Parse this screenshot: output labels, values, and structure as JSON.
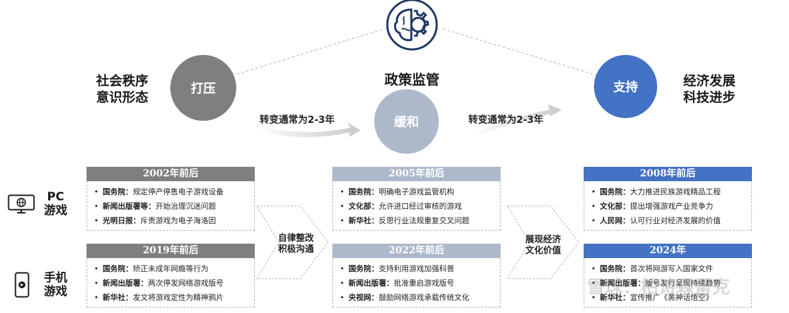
{
  "center": {
    "title": "政策监管"
  },
  "nodes": {
    "left": {
      "circle": "打压",
      "label_line1": "社会秩序",
      "label_line2": "意识形态"
    },
    "middle": {
      "circle": "缓和"
    },
    "right": {
      "circle": "支持",
      "label_line1": "经济发展",
      "label_line2": "科技进步"
    }
  },
  "transitions": {
    "left": "转变通常为2-3年",
    "right": "转变通常为2-3年"
  },
  "platforms": {
    "pc": {
      "line1": "PC",
      "line2": "游戏"
    },
    "mobile": {
      "line1": "手机",
      "line2": "游戏"
    }
  },
  "chevrons": {
    "first": {
      "line1": "自律整改",
      "line2": "积极沟通"
    },
    "second": {
      "line1": "展现经济",
      "line2": "文化价值"
    }
  },
  "panels": {
    "p2002": {
      "title": "2002年前后",
      "color": "#7f7f7f",
      "rows": [
        {
          "org": "国务院：",
          "text": "规定停产停售电子游戏设备"
        },
        {
          "org": "新闻出版署等：",
          "text": "开始治理沉迷问题"
        },
        {
          "org": "光明日报：",
          "text": "斥责游戏为电子海洛因"
        }
      ]
    },
    "p2019": {
      "title": "2019年前后",
      "color": "#7f7f7f",
      "rows": [
        {
          "org": "国务院：",
          "text": "矫正未成年网瘾等行为"
        },
        {
          "org": "新闻出版署：",
          "text": "两次停发网络游戏版号"
        },
        {
          "org": "新华社：",
          "text": "发文将游戏定性为精神鸦片"
        }
      ]
    },
    "p2005": {
      "title": "2005年前后",
      "color": "#adb9ca",
      "rows": [
        {
          "org": "国务院：",
          "text": "明确电子游戏监管机构"
        },
        {
          "org": "文化部：",
          "text": "允许进口经过审核的游戏"
        },
        {
          "org": "新华社：",
          "text": "反思行业法规重复交叉问题"
        }
      ]
    },
    "p2022": {
      "title": "2022年前后",
      "color": "#adb9ca",
      "rows": [
        {
          "org": "国务院：",
          "text": "支持利用游戏加强科普"
        },
        {
          "org": "新闻出版署：",
          "text": "批准重启游戏版号"
        },
        {
          "org": "央视网：",
          "text": "鼓励网络游戏承载传统文化"
        }
      ]
    },
    "p2008": {
      "title": "2008年前后",
      "color": "#4472c4",
      "rows": [
        {
          "org": "国务院：",
          "text": "大力推进民族游戏精品工程"
        },
        {
          "org": "文化部：",
          "text": "提出增强游戏产业竞争力"
        },
        {
          "org": "人民网：",
          "text": "认可行业对经济发展的价值"
        }
      ]
    },
    "p2024": {
      "title": "2024年",
      "color": "#4472c4",
      "rows": [
        {
          "org": "国务院：",
          "text": "首次将网游写入国家文件"
        },
        {
          "org": "新闻出版署：",
          "text": "版号发行呈现持续趋势"
        },
        {
          "org": "新华社：",
          "text": "宣传推广《黑神话悟空》"
        }
      ]
    }
  },
  "colors": {
    "gray": "#7f7f7f",
    "light": "#adb9ca",
    "blue": "#4472c4",
    "navy": "#1f3864"
  },
  "watermark": "雪球：柏诗霖雷克"
}
